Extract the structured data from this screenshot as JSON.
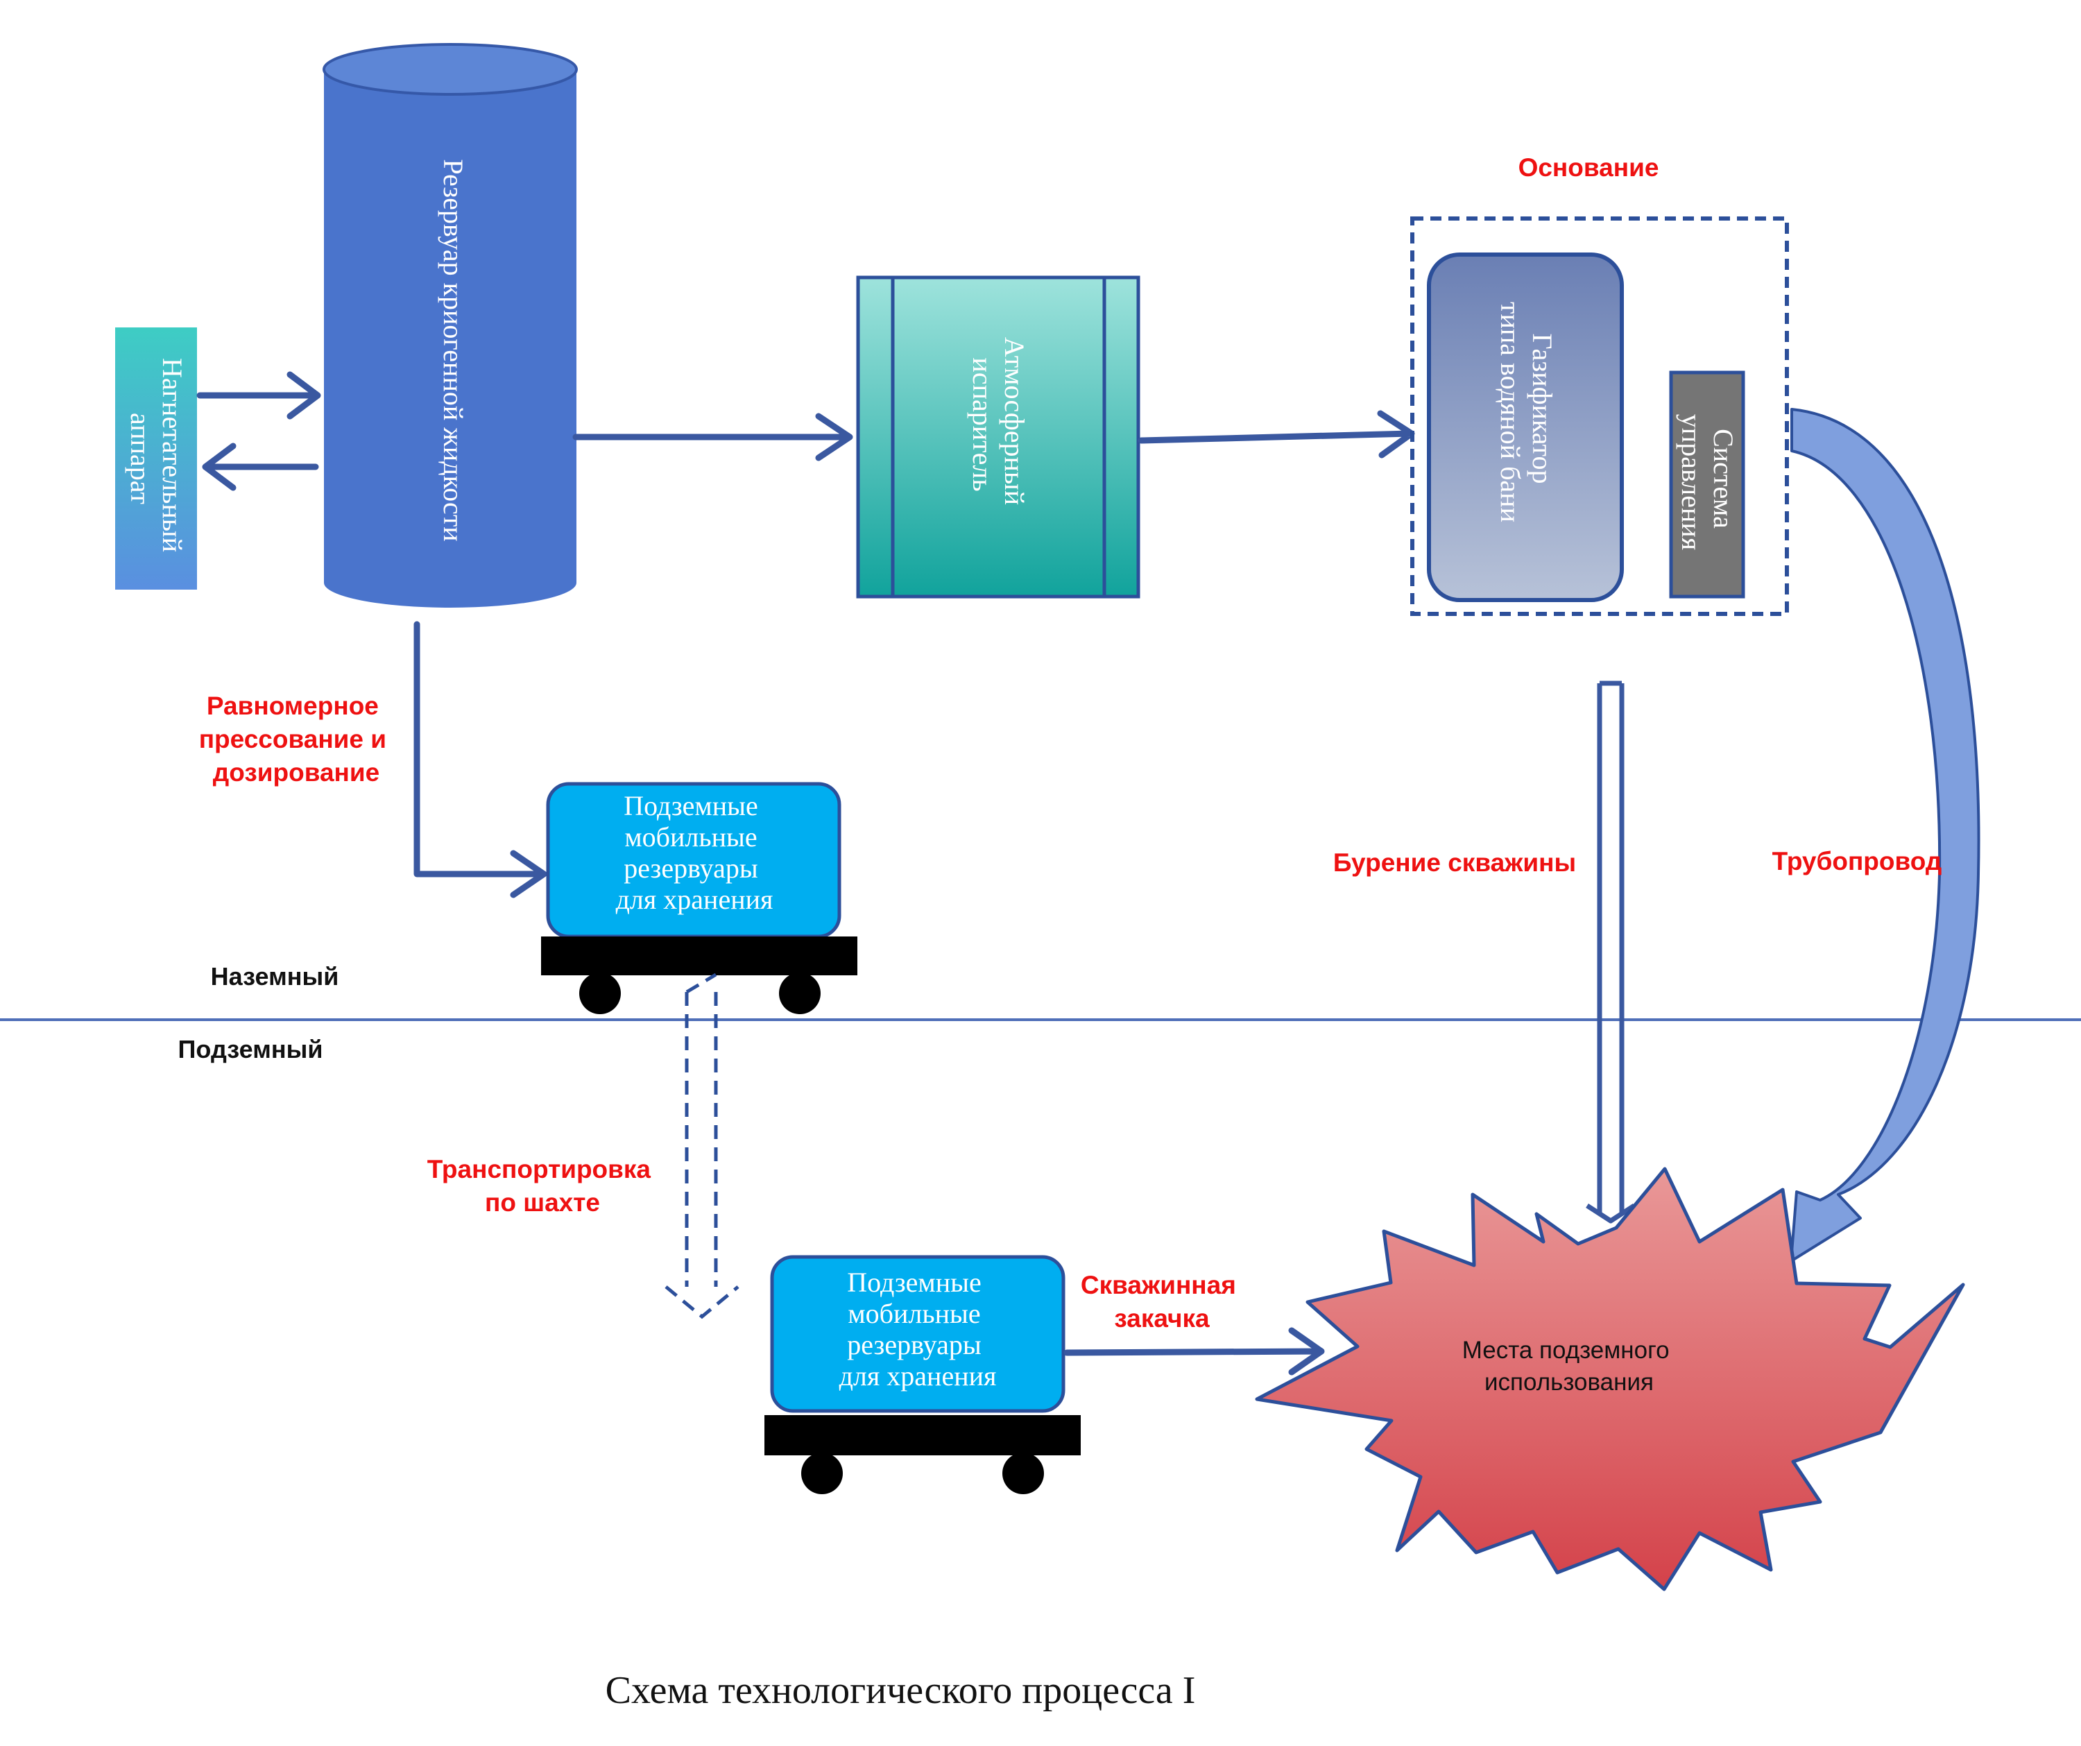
{
  "colors": {
    "arrow": "#3a58a0",
    "label_red": "#ee1111",
    "ground_line": "#4f6fb8",
    "cylinder": "#4a74cc",
    "tank": "#00aef0",
    "starburst_top": "#e99898",
    "starburst_bottom": "#d4424a",
    "pipeline": "#7f9fde"
  },
  "nodes": {
    "injector": {
      "label": "Нагнетательный аппарат",
      "lines": [
        "Нагнетательный",
        "аппарат"
      ]
    },
    "cryo_tank": {
      "label": "Резервуар криогенной жидкости"
    },
    "atm_evaporator": {
      "label": "Атмосферный испаритель",
      "lines": [
        "Атмосферный",
        "испаритель"
      ]
    },
    "gasifier": {
      "label": "Газификатор типа водяной бани",
      "lines": [
        "Газификатор",
        "типа водяной бани"
      ]
    },
    "control_system": {
      "label": "Система управления",
      "lines": [
        "Система",
        "управления"
      ]
    },
    "tank_surface": {
      "label": "Подземные мобильные резервуары для хранения",
      "lines": [
        "Подземные",
        "мобильные",
        "резервуары",
        "для хранения"
      ]
    },
    "tank_underground": {
      "label": "Подземные мобильные резервуары для хранения",
      "lines": [
        "Подземные",
        "мобильные",
        "резервуары",
        "для хранения"
      ]
    },
    "usage_site": {
      "label": "Места подземного использования",
      "lines": [
        "Места подземного",
        "использования"
      ]
    }
  },
  "labels": {
    "base": "Основание",
    "pressing": [
      "Равномерное",
      "прессование и",
      "дозирование"
    ],
    "drilling": "Бурение скважины",
    "pipeline": "Трубопровод",
    "ground": "Наземный",
    "underground": "Подземный",
    "shaft": [
      "Транспортировка",
      "по шахте"
    ],
    "injection": [
      "Скважинная",
      "закачка"
    ]
  },
  "caption": "Схема технологического процесса I"
}
